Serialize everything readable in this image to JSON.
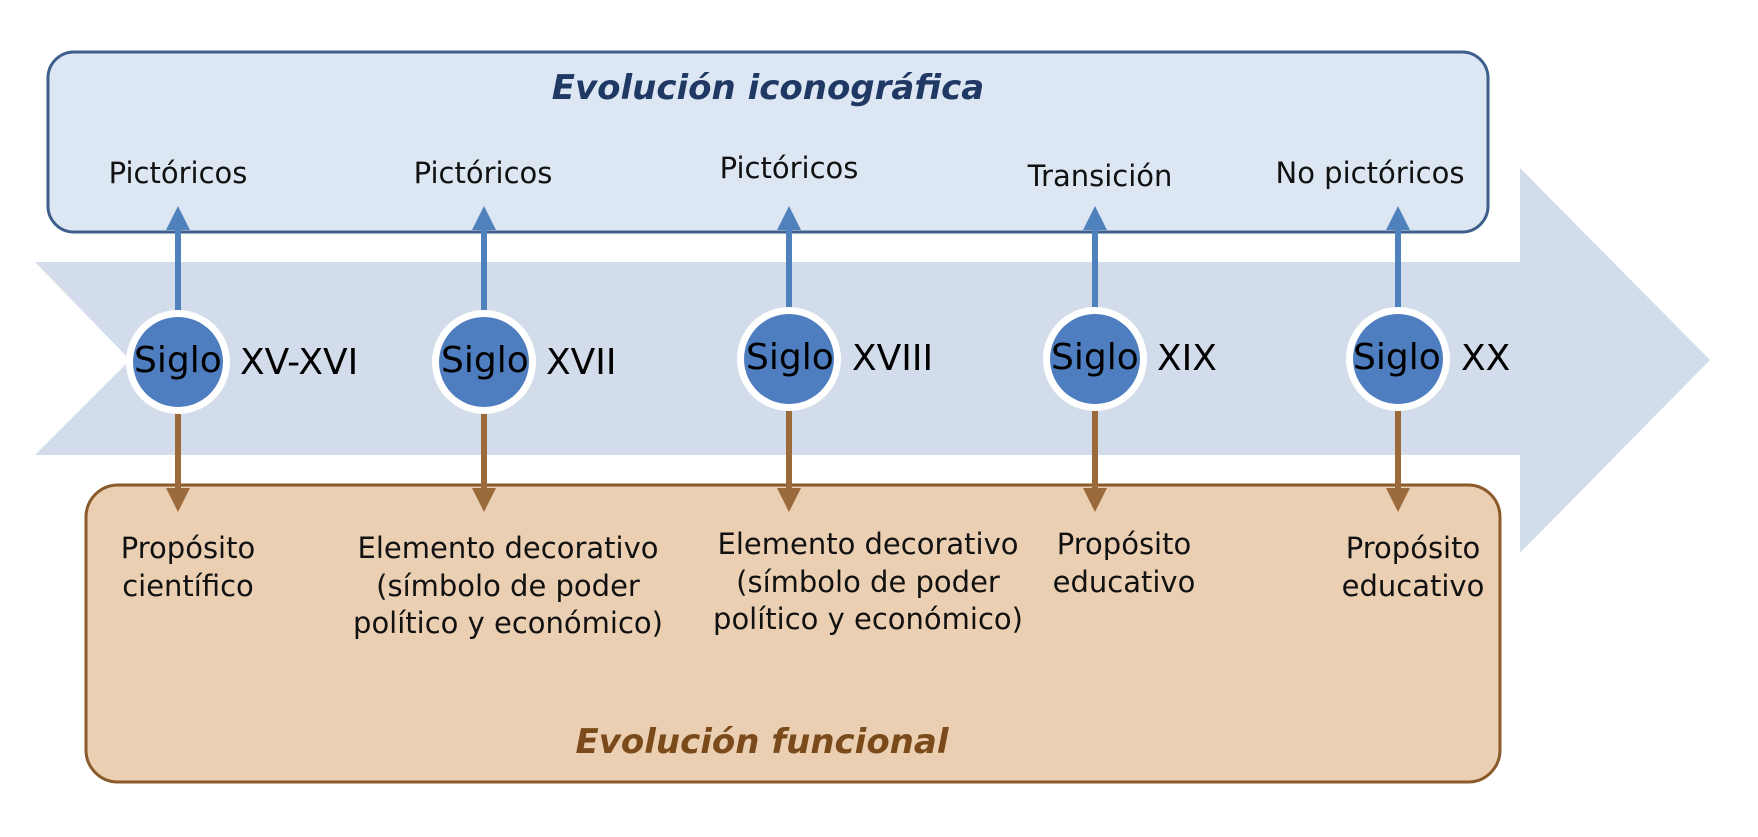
{
  "colors": {
    "arrow_band": "#d3dcea",
    "top_box_fill": "#dde7f3",
    "top_box_stroke": "#3e5f8c",
    "bottom_box_fill": "#ebcfb2",
    "bottom_box_stroke": "#8a5a2b",
    "circle_fill": "#4e7ec0",
    "up_arrow": "#4f81bd",
    "down_arrow": "#9a6a3a",
    "title_top": "#1f3864",
    "title_bottom": "#7a4a1a"
  },
  "iconographic": {
    "title": "Evolución iconográfica",
    "labels": [
      "Pictóricos",
      "Pictóricos",
      "Pictóricos",
      "Transición",
      "No pictóricos"
    ]
  },
  "functional": {
    "title": "Evolución funcional",
    "labels": [
      [
        "Propósito",
        "científico"
      ],
      [
        "Elemento decorativo",
        "(símbolo de poder",
        "político y económico)"
      ],
      [
        "Elemento decorativo",
        "(símbolo de poder",
        "político y económico)"
      ],
      [
        "Propósito",
        "educativo"
      ],
      [
        "Propósito",
        "educativo"
      ]
    ]
  },
  "timeline": {
    "circle_word": "Siglo",
    "eras": [
      "XV-XVI",
      "XVII",
      "XVIII",
      "XIX",
      "XX"
    ]
  }
}
